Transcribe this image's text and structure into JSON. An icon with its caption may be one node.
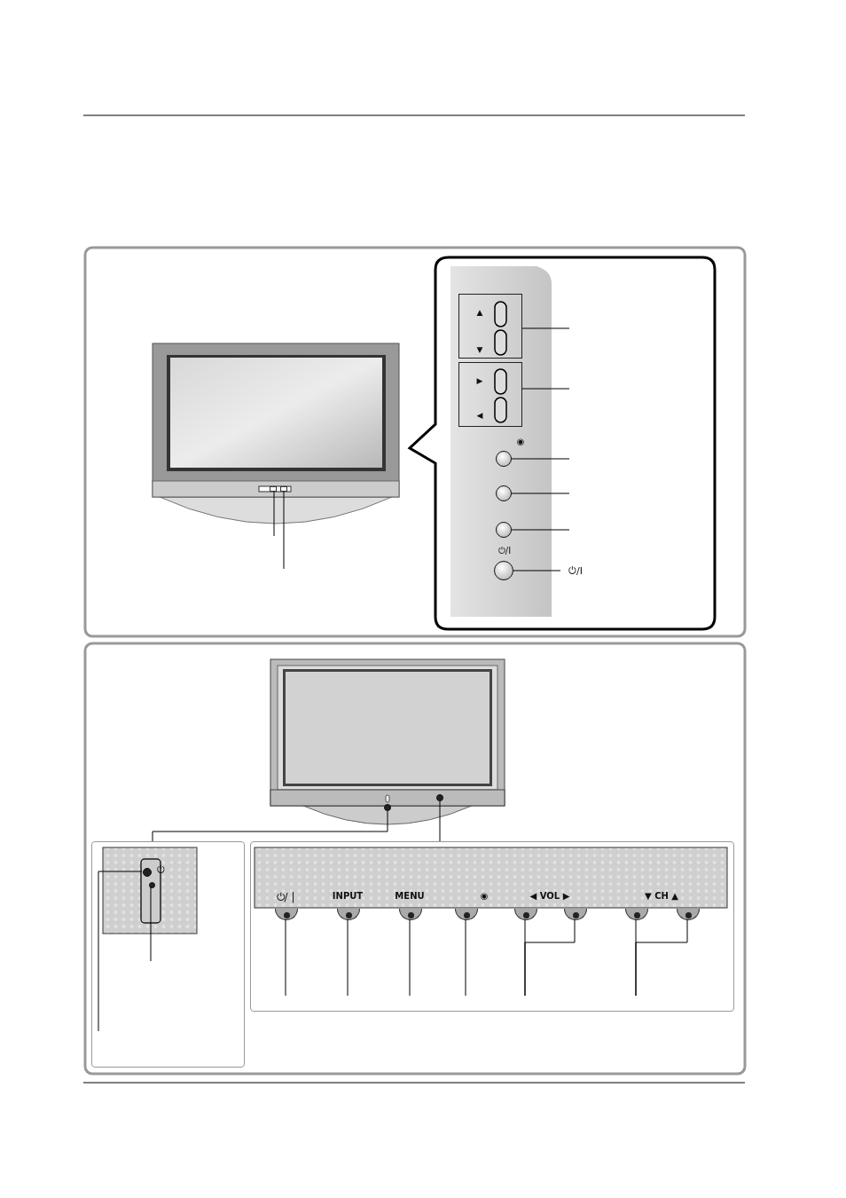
{
  "diagram": {
    "nodes": [
      {
        "text": [
          "▲",
          "▼"
        ]
      },
      {
        "text": [
          "▶",
          "◀"
        ]
      },
      {
        "text": [],
        "shape": "circle"
      },
      {
        "text": [],
        "shape": "circle"
      },
      {
        "text": [],
        "shape": "circle"
      },
      {
        "text": [],
        "shape": "circle"
      },
      {
        "text": [
          "⏻/I"
        ]
      },
      {
        "text": [],
        "shape": "box"
      },
      {
        "text": [],
        "shape": "box"
      },
      {
        "text": [],
        "shape": "circle"
      },
      {
        "text": [],
        "shape": "circle"
      },
      {
        "text": [],
        "shape": "box"
      },
      {
        "text": [],
        "shape": "box"
      },
      {
        "text": [],
        "shape": "circle",
        "in": 11
      },
      {
        "text": [],
        "shape": "circle",
        "in": 11
      },
      {
        "text": [],
        "shape": "circle",
        "in": 12
      },
      {
        "text": [],
        "shape": "circle",
        "in": 12
      },
      {
        "text": [],
        "shape": "circle",
        "in": 12
      },
      {
        "text": [],
        "shape": "circle",
        "in": 12
      },
      {
        "text": [],
        "shape": "circle",
        "in": 12
      },
      {
        "text": [],
        "shape": "circle",
        "in": 12
      },
      {
        "text": [],
        "shape": "circle",
        "in": 12
      },
      {
        "text": [],
        "shape": "circle",
        "in": 12
      }
    ],
    "edges": [
      {
        "from": null,
        "to": 0,
        "arrow": "none"
      },
      {
        "from": null,
        "to": 1,
        "arrow": "none"
      },
      {
        "from": null,
        "to": 2,
        "arrow": "none"
      },
      {
        "from": null,
        "to": 3,
        "arrow": "none"
      },
      {
        "from": null,
        "to": 4,
        "arrow": "none"
      },
      {
        "from": 6,
        "to": 5,
        "arrow": "none"
      },
      {
        "from": null,
        "to": 7,
        "arrow": "none"
      },
      {
        "from": null,
        "to": 8,
        "arrow": "none"
      },
      {
        "from": 9,
        "to": 11,
        "arrow": "none"
      },
      {
        "from": 10,
        "to": 12,
        "arrow": "none"
      },
      {
        "from": null,
        "to": 14,
        "arrow": "none"
      },
      {
        "from": null,
        "to": 13,
        "arrow": "none"
      },
      {
        "from": null,
        "to": 15,
        "arrow": "none"
      },
      {
        "from": null,
        "to": 16,
        "arrow": "none"
      },
      {
        "from": null,
        "to": 17,
        "arrow": "none"
      },
      {
        "from": null,
        "to": 18,
        "arrow": "none"
      },
      {
        "from": null,
        "to": 19,
        "arrow": "none"
      },
      {
        "from": null,
        "to": 20,
        "arrow": "none"
      },
      {
        "from": null,
        "to": 21,
        "arrow": "none"
      },
      {
        "from": null,
        "to": 22,
        "arrow": "none"
      }
    ],
    "labels": [
      "◉",
      "⏻/I",
      "⏻",
      "⏻/ |",
      "INPUT",
      "MENU",
      "◉",
      "◀ VOL ▶",
      "▼ CH ▲"
    ]
  }
}
